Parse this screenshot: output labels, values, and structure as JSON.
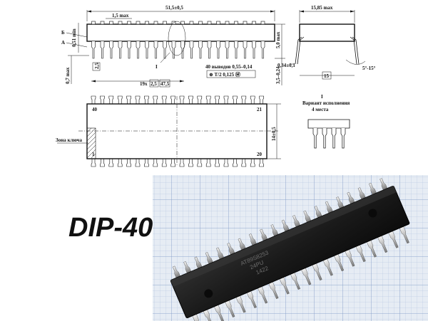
{
  "package_label": "DIP-40",
  "drawing": {
    "dim_length": "51,5±0,5",
    "dim_width_top": "15,85 max",
    "dim_b": "Б",
    "dim_a": "А",
    "dim_051": "0,51 min",
    "dim_15max": "1,5 max",
    "dim_07max": "0,7 max",
    "dim_25": "2,5",
    "dim_50max": "5,0 max",
    "dim_35": "3,5–0,24",
    "dim_leads": "40 выводов 0,55–0,14",
    "dim_tol": "⊕ T/2 0,125 Ⓜ",
    "dim_pitch": "19х",
    "dim_pitch_box": "2,5",
    "dim_475": "47,5",
    "dim_roman_1": "I",
    "dim_034": "0,34±0,1",
    "dim_angle": "5°-15°",
    "dim_15": "15",
    "pin_40": "40",
    "pin_21": "21",
    "pin_1": "1",
    "pin_20": "20",
    "dim_14": "14±0,5",
    "key_zone": "Зона ключа",
    "variant_num": "I",
    "variant_title": "Вариант исполнения",
    "variant_count": "4 места"
  },
  "photo": {
    "chip_line1": "AT89S8253",
    "chip_line2": "24PU",
    "chip_line3": "1422"
  }
}
